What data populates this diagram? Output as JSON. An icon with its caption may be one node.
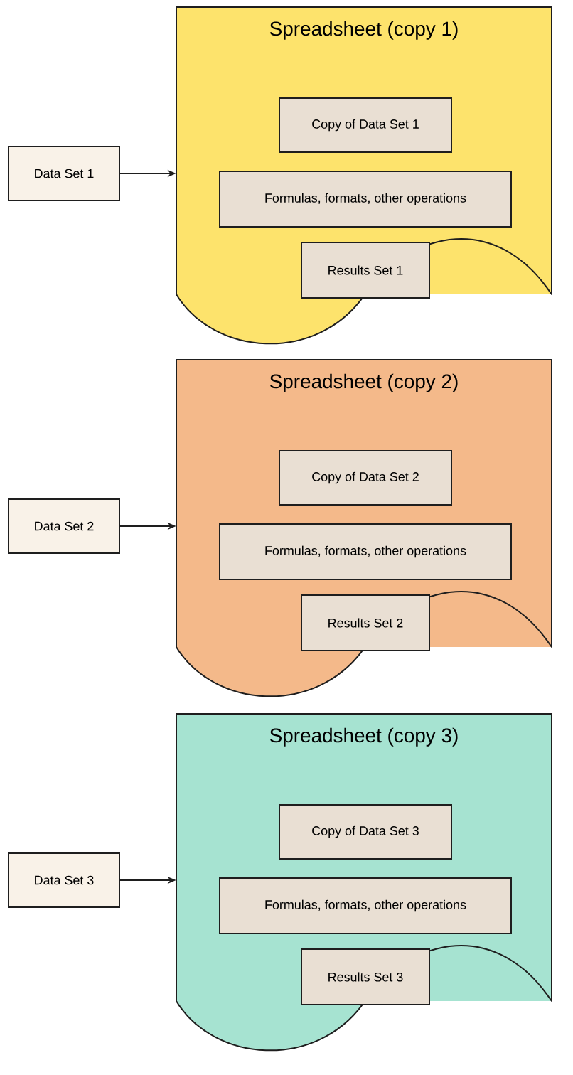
{
  "diagram": {
    "nodes": [
      {
        "text": [
          "Data Set 1"
        ]
      },
      {
        "text": [
          "Spreadsheet (copy 1)"
        ]
      },
      {
        "text": [
          "Copy of Data Set 1"
        ],
        "in": 1
      },
      {
        "text": [
          "Formulas, formats, other operations"
        ],
        "in": 1
      },
      {
        "text": [
          "Results Set 1"
        ],
        "in": 1
      },
      {
        "text": [
          "Data Set 2"
        ]
      },
      {
        "text": [
          "Spreadsheet (copy 2)"
        ]
      },
      {
        "text": [
          "Copy of Data Set 2"
        ],
        "in": 6
      },
      {
        "text": [
          "Formulas, formats, other operations"
        ],
        "in": 6
      },
      {
        "text": [
          "Results Set 2"
        ],
        "in": 6
      },
      {
        "text": [
          "Data Set 3"
        ]
      },
      {
        "text": [
          "Spreadsheet (copy 3)"
        ]
      },
      {
        "text": [
          "Copy of Data Set 3"
        ],
        "in": 11
      },
      {
        "text": [
          "Formulas, formats, other operations"
        ],
        "in": 11
      },
      {
        "text": [
          "Results Set 3"
        ],
        "in": 11
      }
    ],
    "edges": [
      {
        "from": 0,
        "to": 1,
        "arrow": "to"
      },
      {
        "from": 5,
        "to": 6,
        "arrow": "to"
      },
      {
        "from": 10,
        "to": 11,
        "arrow": "to"
      }
    ]
  }
}
